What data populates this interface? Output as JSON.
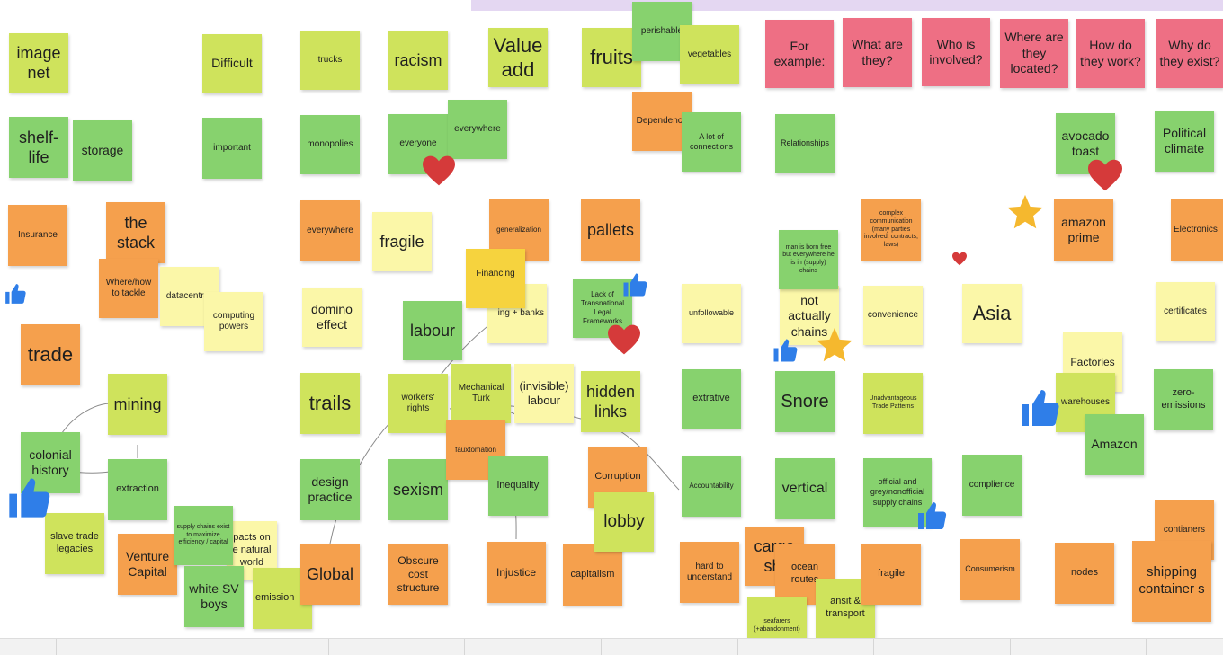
{
  "board": {
    "colors": {
      "lime": "#cfe35c",
      "green": "#87d26e",
      "orange": "#f5a04d",
      "yellow": "#fbf7a8",
      "pink": "#ee6f84",
      "gold": "#f6d33e",
      "heart": "#d53a3a",
      "star": "#f5b82e",
      "thumb": "#2f7ee8"
    },
    "headers": {
      "for_example": "For example:",
      "what": "What are they?",
      "who": "Who is involved?",
      "where": "Where are they located?",
      "how": "How do they work?",
      "why": "Why do they exist?"
    },
    "notes": {
      "image_net": "image net",
      "difficult": "Difficult",
      "trucks": "trucks",
      "racism": "racism",
      "value_add": "Value add",
      "fruits": "fruits",
      "perishable": "perishable",
      "vegetables": "vegetables",
      "shelf_life": "shelf-life",
      "storage": "storage",
      "important": "important",
      "monopolies": "monopolies",
      "everyone": "everyone",
      "everywhere_1": "everywhere",
      "dependence": "Dependence",
      "a_lot_of_connections": "A lot of connections",
      "relationships": "Relationships",
      "avocado_toast": "avocado toast",
      "political_climate": "Political climate",
      "insurance": "Insurance",
      "the_stack": "the stack",
      "everywhere_2": "everywhere",
      "fragile_1": "fragile",
      "generalization": "generalization",
      "pallets": "pallets",
      "complex_communication": "complex communication (many parties involved, contracts, laws)",
      "amazon_prime": "amazon prime",
      "electronics": "Electronics",
      "where_how_to_tackle": "Where/how to tackle",
      "datacentres": "datacentres",
      "computing_powers": "computing powers",
      "domino_effect": "domino effect",
      "labour": "labour",
      "financing": "Financing",
      "ing_banks": "ing + banks",
      "lack_of_frameworks": "Lack of Transnational Legal Frameworks",
      "unfollowable": "unfollowable",
      "man_is_born_free": "man is born free but everywhere he is in (supply) chains",
      "not_actually_chains": "not actually chains",
      "convenience": "convenience",
      "asia": "Asia",
      "certificates": "certificates",
      "trade": "trade",
      "factories": "Factories",
      "mining": "mining",
      "trails": "trails",
      "workers_rights": "workers' rights",
      "mechanical_turk": "Mechanical Turk",
      "invisible_labour": "(invisible) labour",
      "hidden_links": "hidden links",
      "extrative": "extrative",
      "snore": "Snore",
      "unadvantageous_trade_patterns": "Unadvantageous Trade Patterns",
      "warehouses": "warehouses",
      "zero_emissions": "zero-emissions",
      "amazon": "Amazon",
      "colonial_history": "colonial history",
      "extraction": "extraction",
      "design_practice": "design practice",
      "sexism": "sexism",
      "fauxtomation": "fauxtomation",
      "inequality": "inequality",
      "corruption": "Corruption",
      "accountability": "Accountability",
      "vertical": "vertical",
      "official_and_grey": "official and grey/nonofficial supply chains",
      "complience": "complience",
      "slave_trade_legacies": "slave trade legacies",
      "supply_chains_exist": "supply chains exist to maximize efficiency / capital",
      "impacts_natural_world": "pacts on e natural world",
      "venture_capital": "Venture Capital",
      "white_sv_boys": "white SV boys",
      "emissions": "emission",
      "global": "Global",
      "obscure_cost_structure": "Obscure cost structure",
      "injustice": "Injustice",
      "capitalism": "capitalism",
      "lobby": "lobby",
      "hard_to_understand": "hard to understand",
      "cargo_ships": "cargo shi",
      "ocean_routes": "ocean routes",
      "transit_transport": "ansit & transport",
      "seafarers": "seafarers (+abandonment)",
      "fragile_2": "fragile",
      "consumerism": "Consumerism",
      "nodes": "nodes",
      "contianers": "contianers",
      "shipping_containers": "shipping container s"
    }
  }
}
